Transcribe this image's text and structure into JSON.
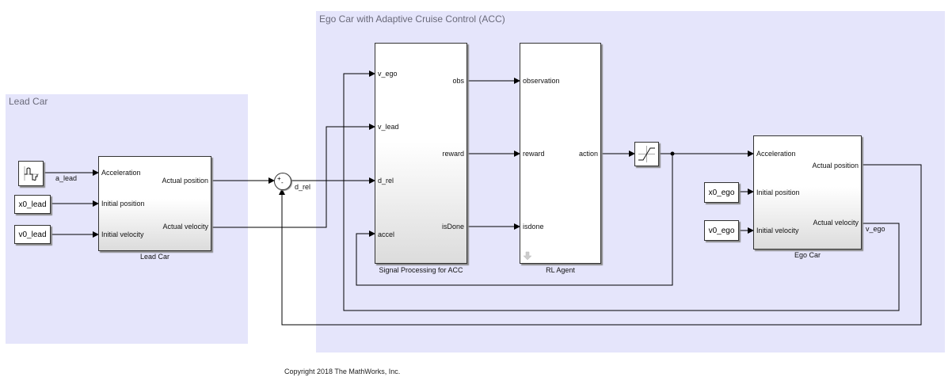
{
  "areas": {
    "lead_car": {
      "title": "Lead Car"
    },
    "ego_car": {
      "title": "Ego Car with Adaptive Cruise Control (ACC)"
    }
  },
  "blocks": {
    "lead_car": {
      "label": "Lead Car",
      "inputs": [
        "Acceleration",
        "Initial position",
        "Initial velocity"
      ],
      "outputs": [
        "Actual position",
        "Actual velocity"
      ]
    },
    "signal_processing": {
      "label": "Signal Processing for ACC",
      "inputs": [
        "v_ego",
        "v_lead",
        "d_rel",
        "accel"
      ],
      "outputs": [
        "obs",
        "reward",
        "isDone"
      ]
    },
    "rl_agent": {
      "label": "RL Agent",
      "inputs": [
        "observation",
        "reward",
        "isdone"
      ],
      "outputs": [
        "action"
      ]
    },
    "ego_car": {
      "label": "Ego Car",
      "inputs": [
        "Acceleration",
        "Initial position",
        "Initial velocity"
      ],
      "outputs": [
        "Actual position",
        "Actual velocity"
      ]
    },
    "saturation": {
      "icon": "saturation-icon"
    },
    "signal_source": {
      "icon": "signal-builder-icon"
    },
    "sum": {
      "signs": [
        "+",
        "-"
      ]
    }
  },
  "constants": {
    "x0_lead": "x0_lead",
    "v0_lead": "v0_lead",
    "x0_ego": "x0_ego",
    "v0_ego": "v0_ego"
  },
  "signals": {
    "a_lead": "a_lead",
    "d_rel": "d_rel",
    "v_ego": "v_ego"
  },
  "copyright": "Copyright 2018 The MathWorks, Inc."
}
